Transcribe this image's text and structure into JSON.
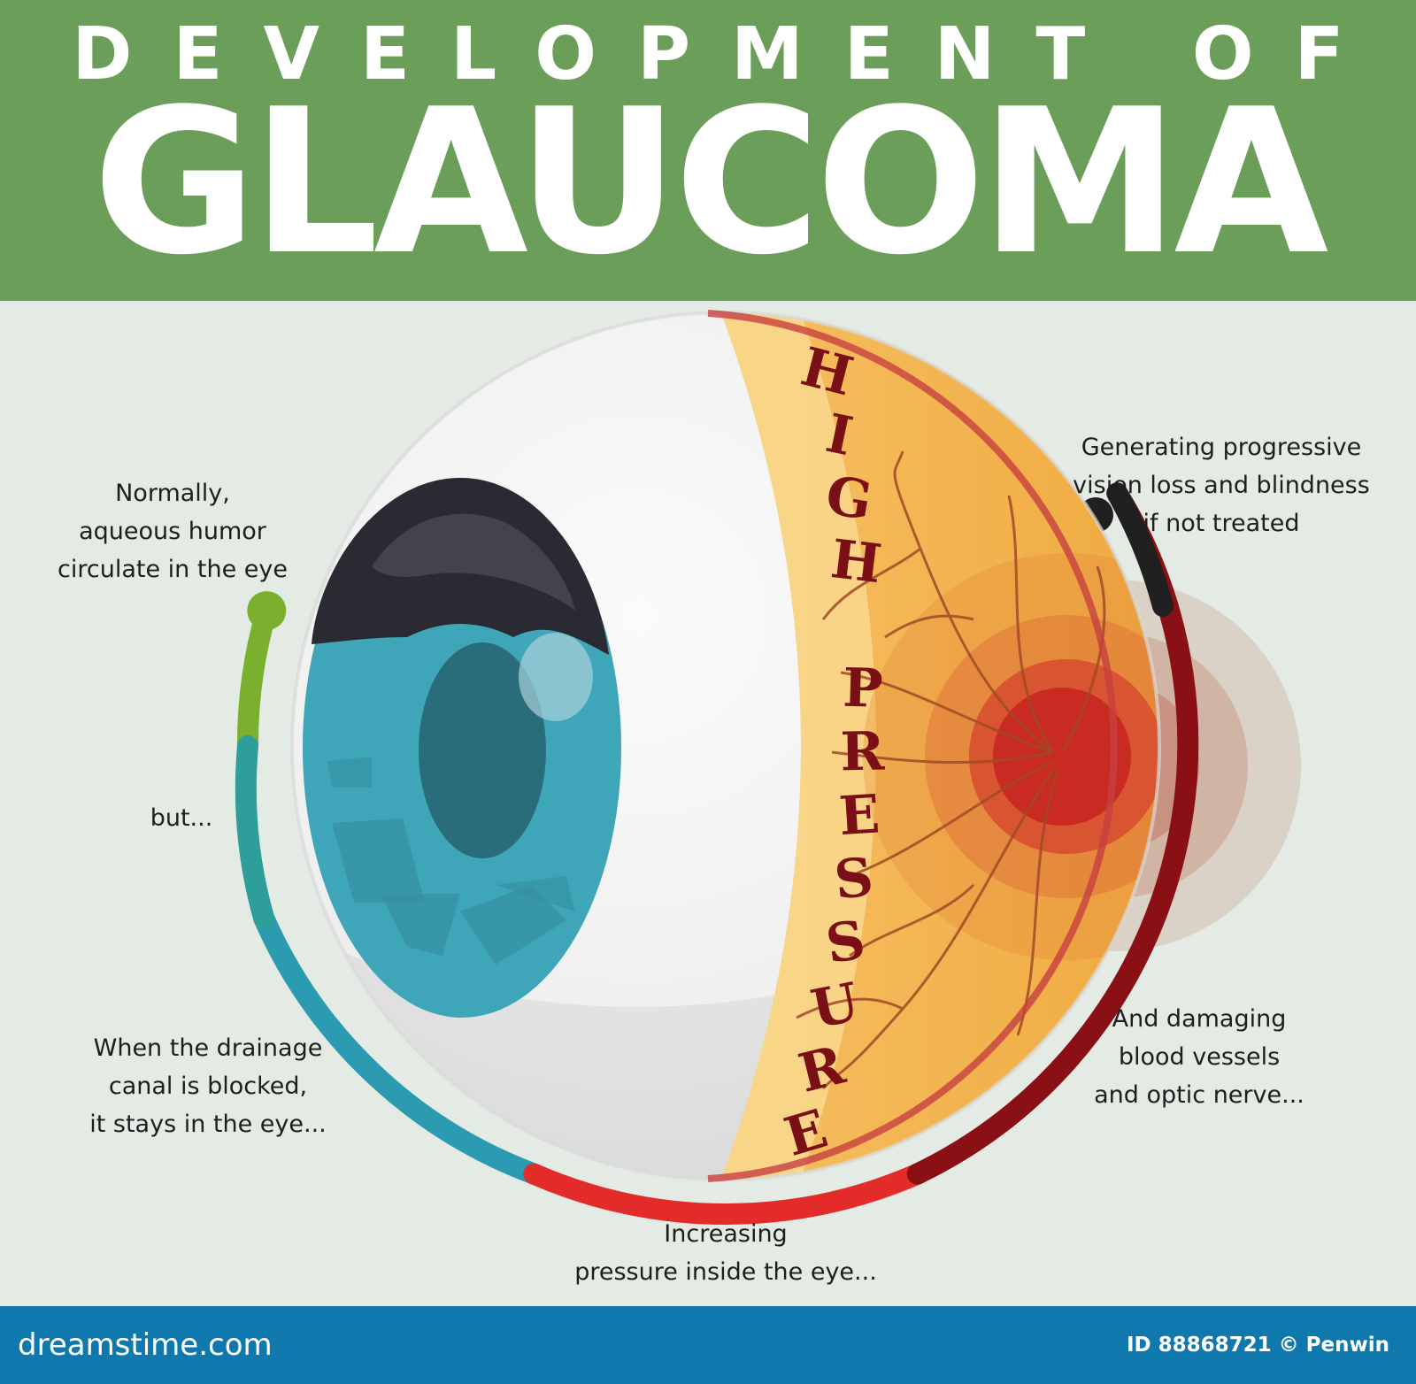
{
  "header": {
    "subtitle": "DEVELOPMENT OF",
    "title": "GLAUCOMA"
  },
  "diagram": {
    "vertical_label_line1": "HIGH",
    "vertical_label_line2": "PRESSURE"
  },
  "annotations": {
    "normally": [
      "Normally,",
      "aqueous humor",
      "circulate in the eye"
    ],
    "but": [
      "but..."
    ],
    "blocked": [
      "When the drainage",
      "canal is blocked,",
      "it stays in the eye..."
    ],
    "increasing": [
      "Increasing",
      "pressure inside the eye..."
    ],
    "damaging": [
      "And damaging",
      "blood vessels",
      "and optic nerve..."
    ],
    "generating": [
      "Generating progressive",
      "vision loss and blindness",
      "if not treated"
    ]
  },
  "colors": {
    "header_green": "#6b9e59",
    "background": "#e3ebe4",
    "iris_blue": "#3ea6b8",
    "arc_green": "#7ab02e",
    "arc_teal": "#2a9bb0",
    "arc_red": "#e32c2a",
    "arc_dark_red": "#8a1016",
    "retina_orange": "#f2b347",
    "label_red": "#7a1016",
    "footer_blue": "#0f79ad"
  },
  "footer": {
    "brand": "dreamstime.com",
    "credit": "ID 88868721 © Penwin"
  }
}
